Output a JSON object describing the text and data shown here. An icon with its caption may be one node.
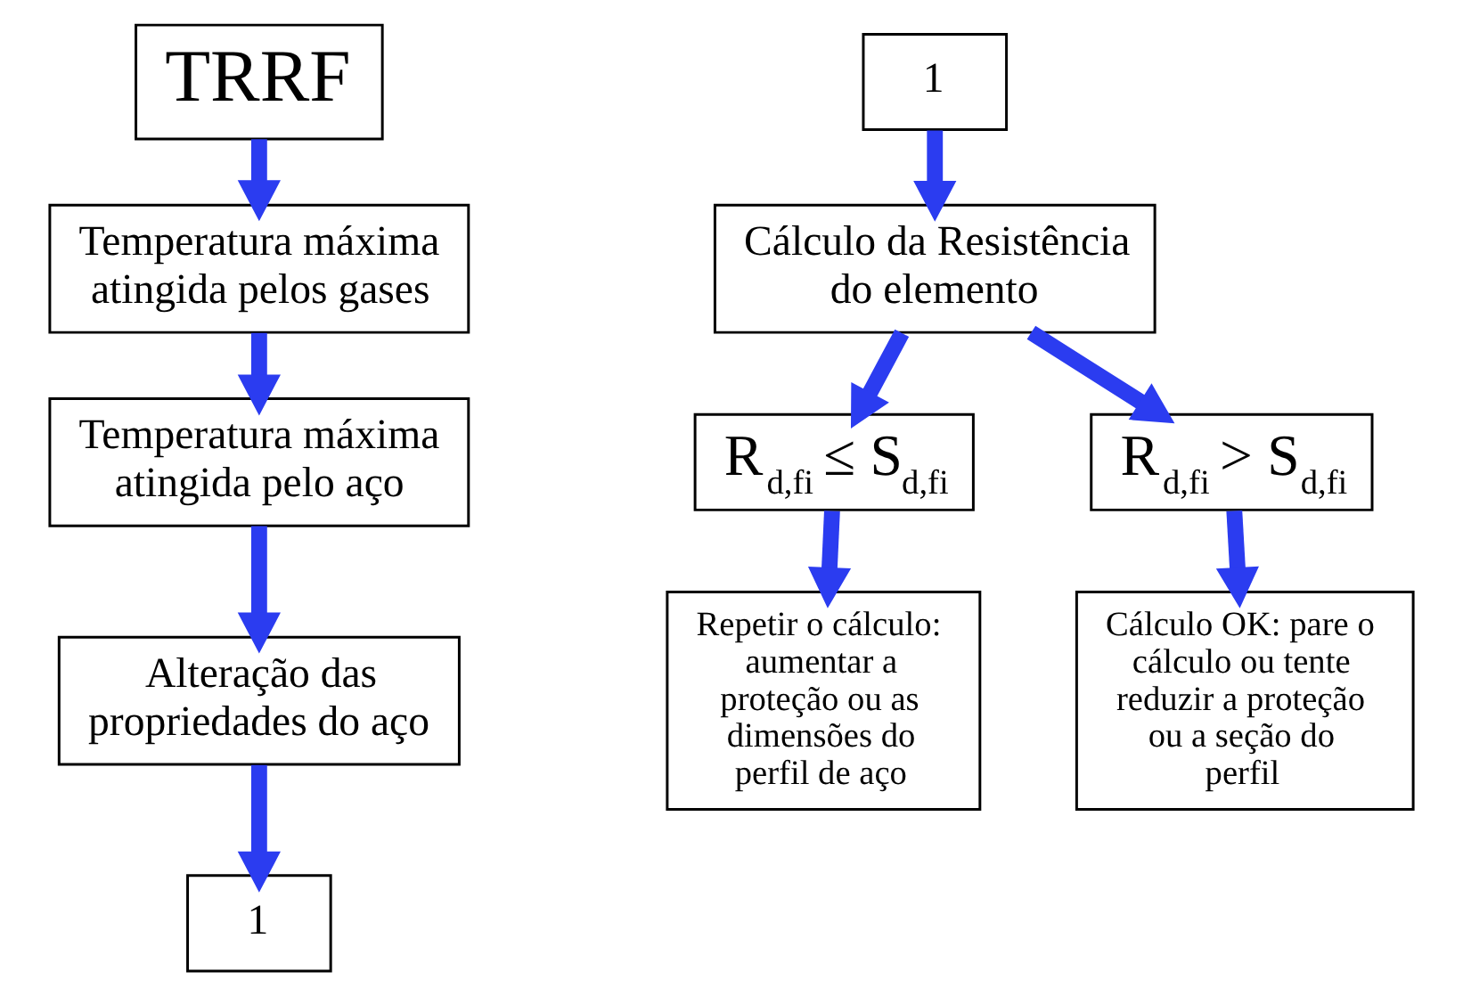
{
  "diagram": {
    "nodes": [
      {
        "text": [
          "TRRF"
        ]
      },
      {
        "text": [
          "Temperatura máxima atingida pelos gases"
        ]
      },
      {
        "text": [
          "Temperatura máxima atingida pelo aço"
        ]
      },
      {
        "text": [
          "Alteração das propriedades do aço"
        ]
      },
      {
        "text": [
          "1"
        ]
      },
      {
        "text": [
          "1"
        ]
      },
      {
        "text": [
          "Cálculo da Resistência do elemento"
        ]
      },
      {
        "text": [
          "R$_{d,fi}$ ≤ S$_{d,fi}$"
        ]
      },
      {
        "text": [
          "R$_{d,fi}$ > S$_{d,fi}$"
        ]
      },
      {
        "text": [
          "Repetir o cálculo: aumentar a proteção ou as dimensões do perfil de aço"
        ]
      },
      {
        "text": [
          "Cálculo OK: pare o cálculo ou tente reduzir a proteção ou a seção do perfil"
        ]
      }
    ],
    "edges": [
      {
        "from": 0,
        "to": 1,
        "arrow": "to"
      },
      {
        "from": 1,
        "to": 2,
        "arrow": "to"
      },
      {
        "from": 2,
        "to": 3,
        "arrow": "to"
      },
      {
        "from": 3,
        "to": 4,
        "arrow": "to"
      },
      {
        "from": 5,
        "to": 6,
        "arrow": "to"
      },
      {
        "from": 6,
        "to": 7,
        "arrow": "to"
      },
      {
        "from": 6,
        "to": 8,
        "arrow": "to"
      },
      {
        "from": 7,
        "to": 9,
        "arrow": "to"
      },
      {
        "from": 8,
        "to": 10,
        "arrow": "to"
      }
    ]
  }
}
